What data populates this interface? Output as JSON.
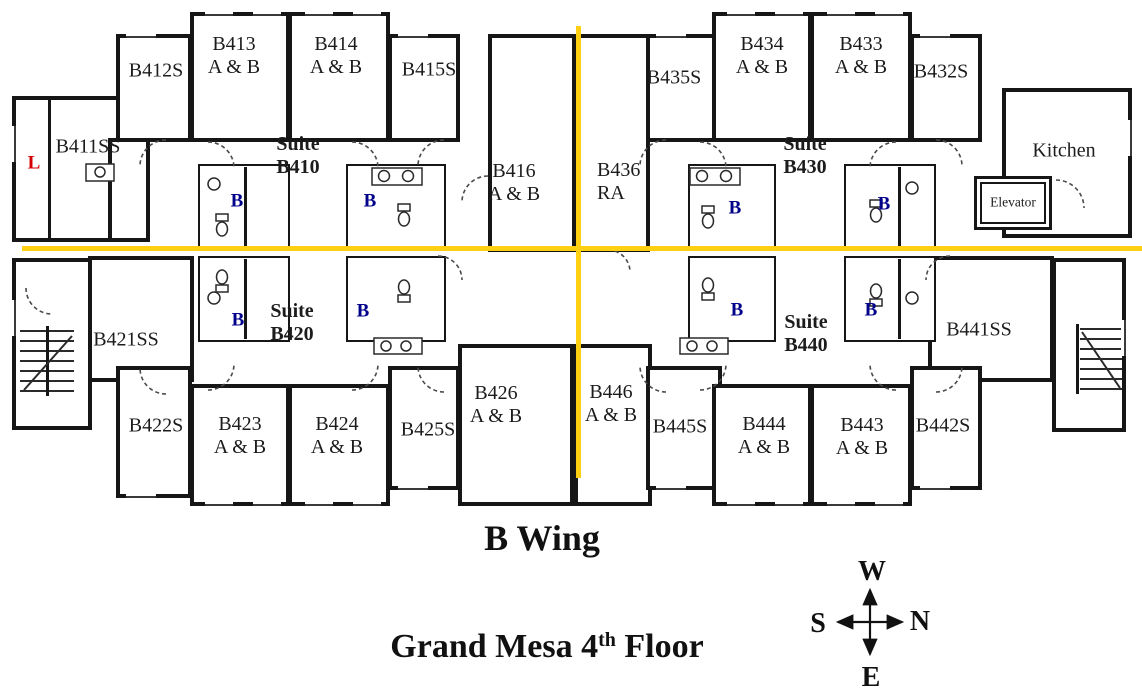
{
  "titles": {
    "wing": "B Wing",
    "floor": {
      "main": "Grand Mesa 4",
      "sup": "th",
      "rest": " Floor"
    }
  },
  "compass": {
    "top": "W",
    "left": "S",
    "right": "N",
    "bottom": "E"
  },
  "markers": {
    "bath": "B",
    "lounge": "L"
  },
  "colors": {
    "divider_line": "#FFD012",
    "bath_letter": "#00008B",
    "lounge_letter": "#D40000",
    "wall": "#161616"
  },
  "rooms": {
    "b411ss": {
      "name": "B411SS"
    },
    "b412s": {
      "name": "B412S"
    },
    "b413": {
      "name": "B413",
      "sub": "A & B"
    },
    "b414": {
      "name": "B414",
      "sub": "A & B"
    },
    "b415s": {
      "name": "B415S"
    },
    "b416": {
      "name": "B416",
      "sub": "A & B"
    },
    "suite_b410": {
      "name": "Suite",
      "sub": "B410"
    },
    "b436": {
      "name": "B436",
      "sub": "RA"
    },
    "b435s": {
      "name": "B435S"
    },
    "b434": {
      "name": "B434",
      "sub": "A & B"
    },
    "b433": {
      "name": "B433",
      "sub": "A & B"
    },
    "b432s": {
      "name": "B432S"
    },
    "suite_b430": {
      "name": "Suite",
      "sub": "B430"
    },
    "kitchen": {
      "name": "Kitchen"
    },
    "elevator": {
      "name": "Elevator"
    },
    "b421ss": {
      "name": "B421SS"
    },
    "suite_b420": {
      "name": "Suite",
      "sub": "B420"
    },
    "b426": {
      "name": "B426",
      "sub": "A & B"
    },
    "b446": {
      "name": "B446",
      "sub": "A & B"
    },
    "suite_b440": {
      "name": "Suite",
      "sub": "B440"
    },
    "b441ss": {
      "name": "B441SS"
    },
    "b422s": {
      "name": "B422S"
    },
    "b423": {
      "name": "B423",
      "sub": "A & B"
    },
    "b424": {
      "name": "B424",
      "sub": "A & B"
    },
    "b425s": {
      "name": "B425S"
    },
    "b445s": {
      "name": "B445S"
    },
    "b444": {
      "name": "B444",
      "sub": "A & B"
    },
    "b443": {
      "name": "B443",
      "sub": "A & B"
    },
    "b442s": {
      "name": "B442S"
    }
  }
}
